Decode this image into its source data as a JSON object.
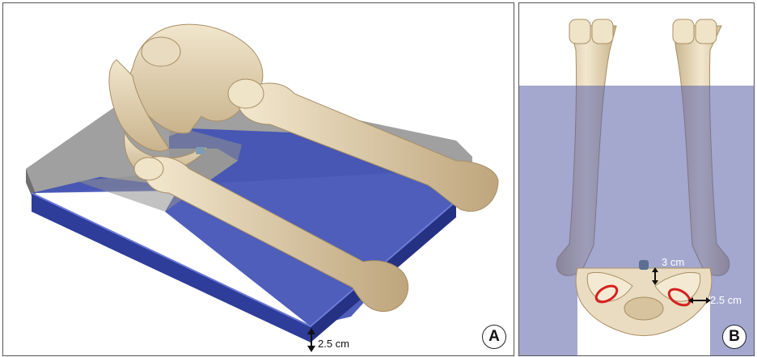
{
  "panels": [
    {
      "label": "A",
      "measurements": [
        {
          "text": "2.5 cm"
        }
      ]
    },
    {
      "label": "B",
      "measurements": [
        {
          "text": "3 cm"
        },
        {
          "text": "2.5 cm"
        }
      ]
    }
  ],
  "colors": {
    "cushion_blue": "#3a4bb0",
    "cushion_blue_light": "#5566c8",
    "support_gray": "#9a9a9a",
    "overlay_blue": "#7d82b8",
    "bone": "#e7d9bc",
    "bone_shadow": "#bfa77f",
    "marker_red": "#d62020"
  },
  "icons": [
    "pelvis-skeleton-illustration",
    "femur-bone-illustration",
    "double-arrow-icon",
    "pressure-ring-icon"
  ]
}
